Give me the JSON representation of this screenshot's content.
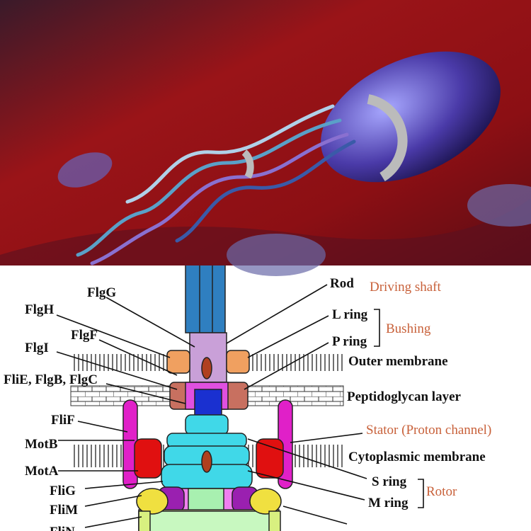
{
  "labels_left": [
    "FlgG",
    "FlgH",
    "FlgF",
    "FlgI",
    "FliE, FlgB, FlgC",
    "FliF",
    "MotB",
    "MotA",
    "FliG",
    "FliM",
    "FliN"
  ],
  "labels_right": [
    "Rod",
    "L ring",
    "P ring",
    "Outer membrane",
    "Peptidoglycan layer",
    "Cytoplasmic membrane",
    "S ring",
    "M ring"
  ],
  "groups": {
    "driving_shaft": "Driving shaft",
    "bushing": "Bushing",
    "stator": "Stator (Proton channel)",
    "rotor": "Rotor"
  },
  "colors": {
    "background_red": "#8e1016",
    "group_label": "#c8613a",
    "hook": "#2f7fc0",
    "rod": "#c9a0d8",
    "stator_motb": "#e020c8",
    "stator_mota": "#e01010",
    "rings": "#40d8e8",
    "c_ring": "#f0f070"
  }
}
